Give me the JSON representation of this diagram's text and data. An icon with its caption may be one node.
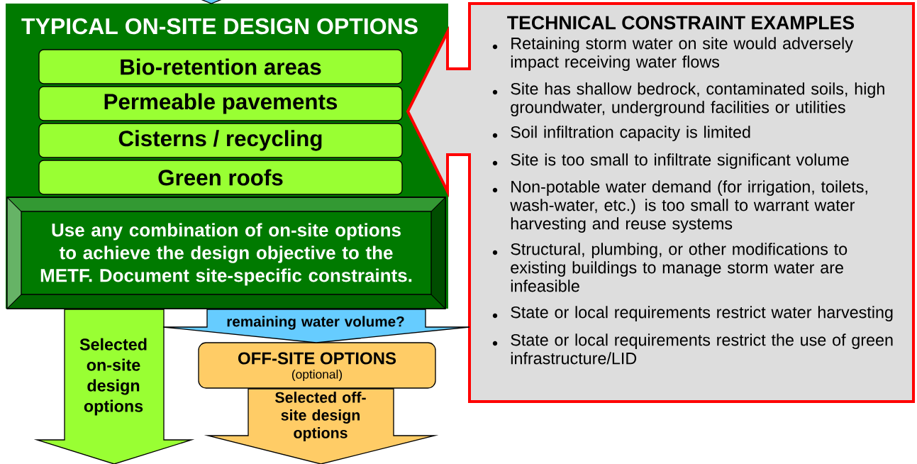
{
  "diagram": {
    "nodes": [
      {
        "text": [
          "TYPICAL ON-SITE DESIGN OPTIONS"
        ]
      },
      {
        "text": [
          "Bio-retention areas"
        ],
        "in": 0
      },
      {
        "text": [
          "Permeable pavements"
        ],
        "in": 0
      },
      {
        "text": [
          "Cisterns / recycling"
        ],
        "in": 0
      },
      {
        "text": [
          "Green roofs"
        ],
        "in": 0
      },
      {
        "text": [
          "Use any combination of on-site options to achieve the design objective to the METF. Document site-specific constraints."
        ],
        "in": 0
      },
      {
        "text": [
          "TECHNICAL CONSTRAINT EXAMPLES",
          "Retaining storm water on site would adversely impact receiving water flows",
          "Site has shallow bedrock, contaminated soils, high groundwater, underground facilities or utilities",
          "Soil infiltration capacity is limited",
          "Site is too small to infiltrate significant volume",
          "Non-potable water demand (for irrigation, toilets, wash-water, etc.) is too small to warrant water harvesting and reuse systems",
          "Structural, plumbing, or other modifications to existing buildings to manage storm water are infeasible",
          "State or local requirements restrict water harvesting",
          "State or local requirements restrict the use of green infrastructure/LID"
        ]
      },
      {
        "text": [
          "OFF-SITE OPTIONS",
          "(optional)"
        ]
      }
    ],
    "edges": [
      {
        "from": null,
        "to": 0,
        "arrow": "to",
        "color": "#66ccff"
      },
      {
        "from": 5,
        "to": null,
        "arrow": "to",
        "label": "Selected on-site design options",
        "color": "#99ff33"
      },
      {
        "from": 5,
        "to": 7,
        "arrow": "to",
        "label": "remaining water volume?",
        "color": "#66ccff"
      },
      {
        "from": 7,
        "to": null,
        "arrow": "to",
        "label": "Selected off-site design options",
        "color": "#ffcc66"
      }
    ]
  }
}
